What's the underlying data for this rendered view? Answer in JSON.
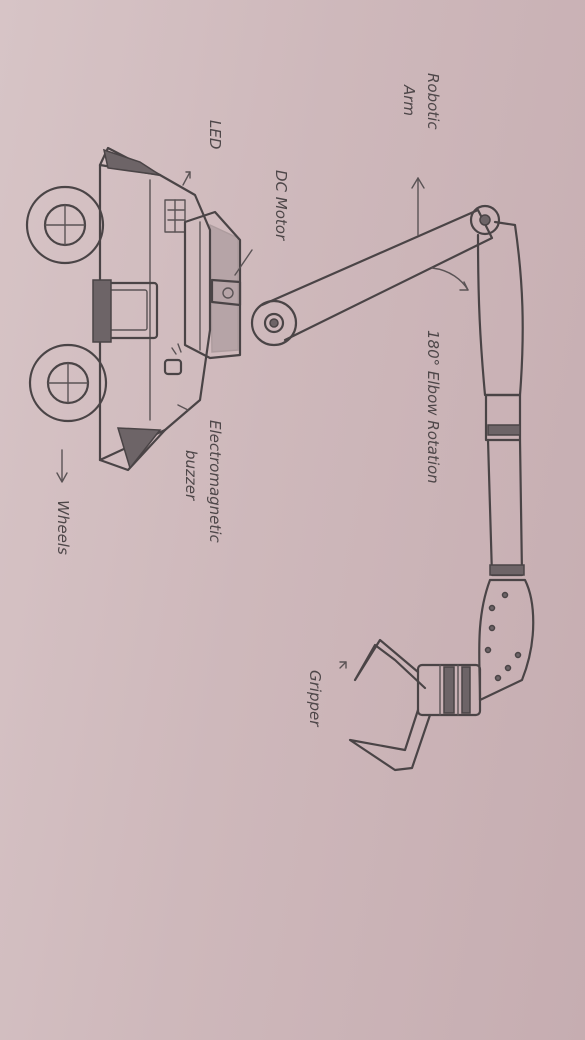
{
  "labels": {
    "robotic": "Robotic",
    "arm": "Arm",
    "led": "LED",
    "dc_motor": "DC Motor",
    "elbow_rotation": "180° Elbow Rotation",
    "electromagnetic": "Electromagnetic",
    "buzzer": "buzzer",
    "wheels": "Wheels",
    "gripper": "Gripper"
  },
  "colors": {
    "paper": "#d3bfc1",
    "pencil": "#4a4446"
  }
}
